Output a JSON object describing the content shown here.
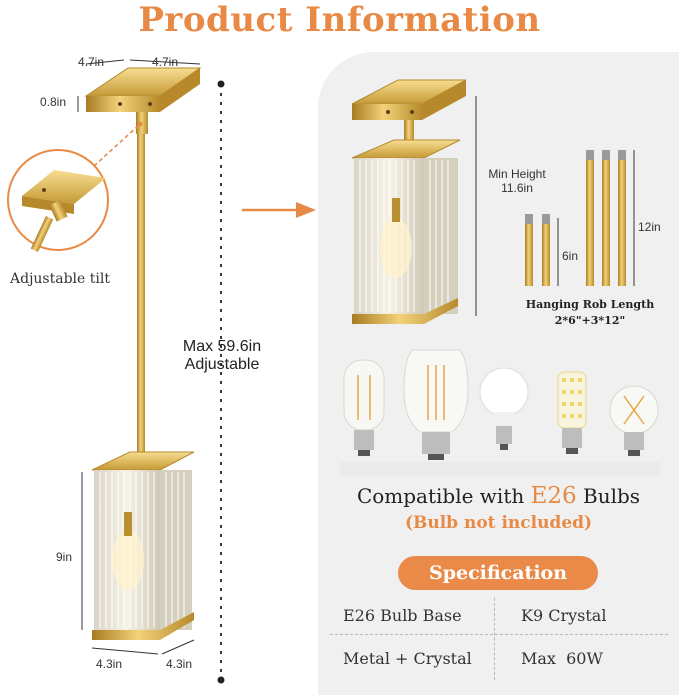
{
  "title": "Product Information",
  "dimensions": {
    "canopy_width": "4.7in",
    "canopy_depth": "4.7in",
    "canopy_height": "0.8in",
    "max_height_line1": "Max 59.6in",
    "max_height_line2": "Adjustable",
    "shade_height": "9in",
    "shade_width": "4.3in",
    "shade_depth": "4.3in"
  },
  "tilt_label": "Adjustable tilt",
  "min_height": {
    "line1": "Min Height",
    "line2": "11.6in"
  },
  "rods": {
    "short_length": "6in",
    "long_length": "12in",
    "label_line1": "Hanging Rob Length",
    "label_line2": "2*6\"+3*12\""
  },
  "bulbs": {
    "compat_prefix": "Compatible with ",
    "compat_highlight": "E26",
    "compat_suffix": " Bulbs",
    "note": "(Bulb not included)"
  },
  "specification": {
    "heading": "Specification",
    "rows": [
      [
        "E26 Bulb Base",
        "K9 Crystal"
      ],
      [
        "Metal + Crystal",
        "Max  60W"
      ]
    ]
  },
  "colors": {
    "accent": "#e88a45",
    "gold": "#c9a23d",
    "panel": "#f0f0f0"
  }
}
